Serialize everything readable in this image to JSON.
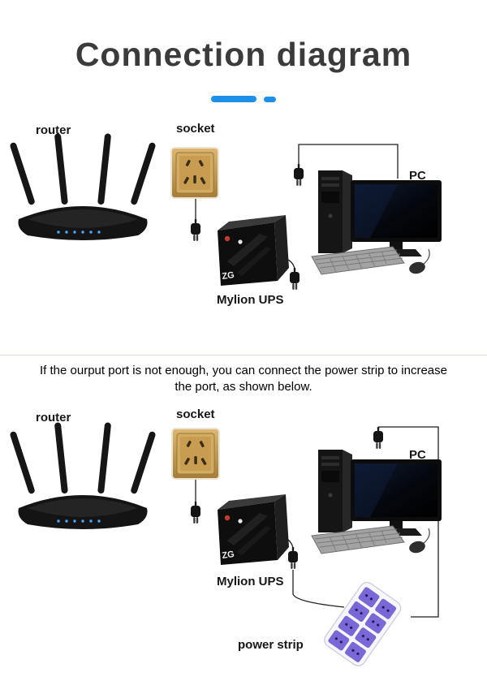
{
  "page": {
    "title": "Connection diagram",
    "note_line1": "If the ourput port is not enough, you can connect the power strip to increase",
    "note_line2": "the port, as shown below."
  },
  "colors": {
    "accent_blue": "#1e90e8",
    "title_text": "#3b3b3b",
    "label_text": "#161616",
    "divider": "#e4dac9",
    "socket_gold": "#c9a25c",
    "strip_purple": "#7b68d8"
  },
  "ups": {
    "logo": "ZG"
  },
  "diagram_top": {
    "labels": {
      "router": "router",
      "socket": "socket",
      "pc": "PC",
      "ups": "Mylion UPS"
    }
  },
  "diagram_bottom": {
    "labels": {
      "router": "router",
      "socket": "socket",
      "pc": "PC",
      "ups": "Mylion UPS",
      "power_strip": "power strip"
    }
  }
}
